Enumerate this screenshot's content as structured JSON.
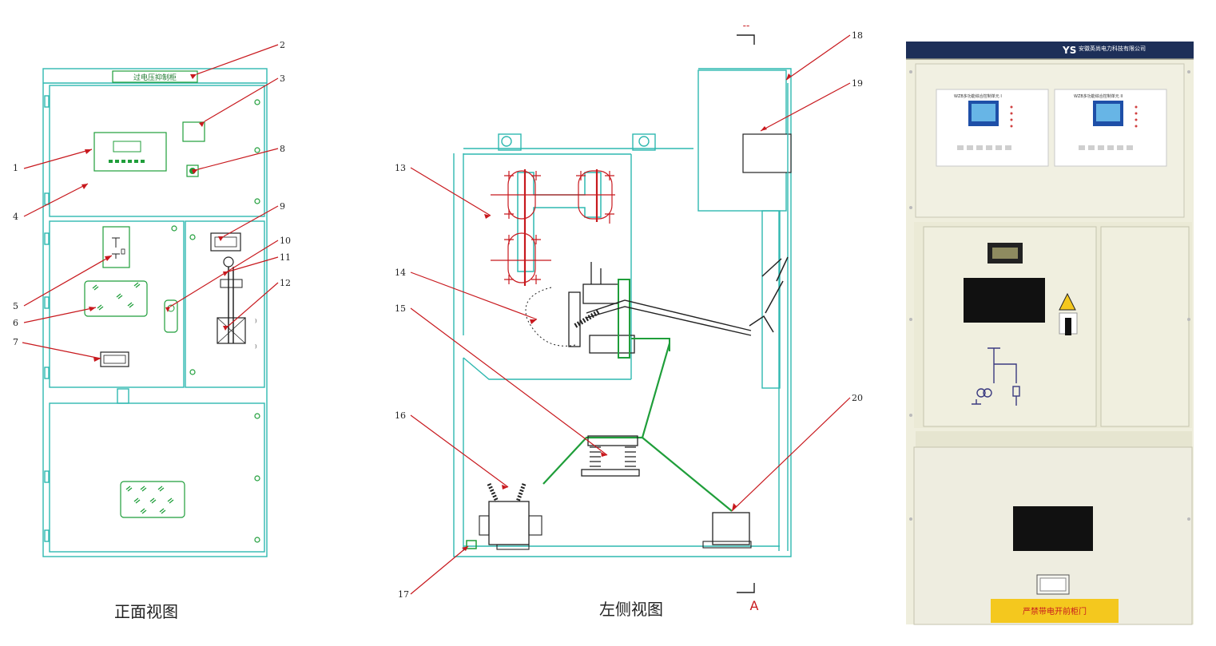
{
  "front_view": {
    "caption": "正面视图",
    "label_board": "过电压抑制柜",
    "callouts": [
      "1",
      "2",
      "3",
      "4",
      "5",
      "6",
      "7",
      "8",
      "9",
      "10",
      "11",
      "12"
    ]
  },
  "side_view": {
    "caption": "左侧视图",
    "section_mark": "A",
    "callouts": [
      "13",
      "14",
      "15",
      "16",
      "17",
      "18",
      "19",
      "20"
    ]
  },
  "photo": {
    "company_logo": "YS",
    "company_name": "安徽英尚电力科技有限公司",
    "unit_label_1": "WZB多功能综合控制单元 I",
    "unit_label_2": "WZB多功能综合控制单元 II",
    "warning_plate": "严禁带电开前柜门"
  },
  "colors": {
    "frame": "#2fb8b0",
    "wiring": "#1f9e3a",
    "callout_line": "#c8191e",
    "cabinet_body": "#eeeedb",
    "cabinet_top": "#1d2f58",
    "warning_yellow": "#f4c81e"
  }
}
